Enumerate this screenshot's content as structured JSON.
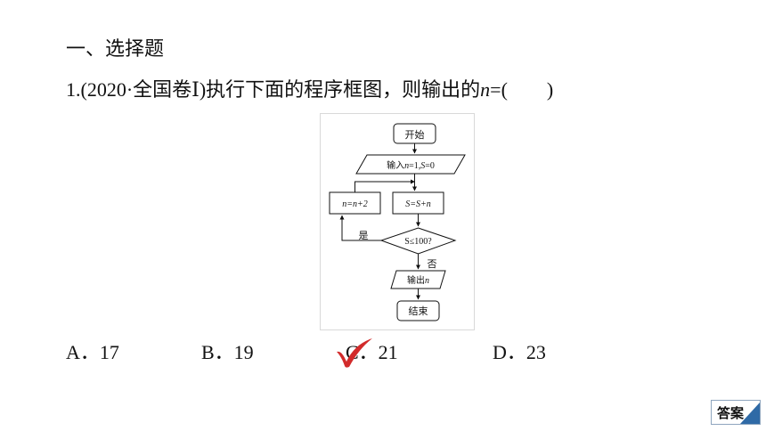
{
  "section": {
    "title": "一、选择题"
  },
  "question": {
    "prefix": "1.(2020·全国卷Ⅰ)执行下面的程序框图，则输出的",
    "variable": "n",
    "suffix": "=(　　)"
  },
  "flowchart": {
    "start": "开始",
    "input_prefix": "输入",
    "input_n_var": "n",
    "input_n_val": "=1,",
    "input_s_var": "S",
    "input_s_val": "=0",
    "update_n": "n=n+2",
    "update_s": "S=S+n",
    "condition": "S≤100?",
    "yes_label": "是",
    "no_label": "否",
    "output_prefix": "输出",
    "output_var": "n",
    "end": "结束"
  },
  "options": {
    "a": "A．17",
    "b": "B．19",
    "c": "C．21",
    "d": "D．23"
  },
  "mark": {
    "selected_option": "C",
    "color": "#d22b2b"
  },
  "answer_button": {
    "label": "答案",
    "accent": "#2f6aa6"
  }
}
